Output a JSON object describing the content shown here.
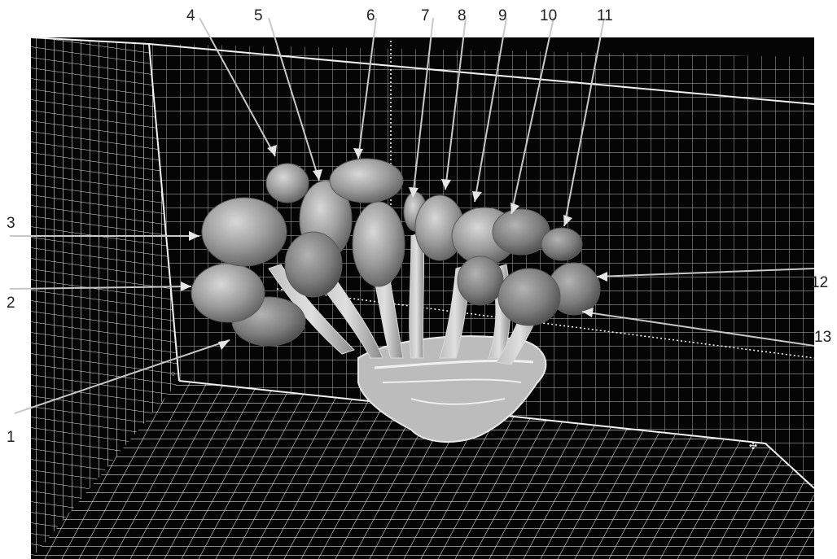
{
  "figure": {
    "background": "#ffffff",
    "viewport_color": "#050505",
    "grid_color": "#dcdcdc",
    "specimen_color": "#9a9a9a",
    "specimen_highlight": "#d6d6d6",
    "leader_color": "#bdbdbd"
  },
  "callouts": [
    {
      "id": "1",
      "label": "1"
    },
    {
      "id": "2",
      "label": "2"
    },
    {
      "id": "3",
      "label": "3"
    },
    {
      "id": "4",
      "label": "4"
    },
    {
      "id": "5",
      "label": "5"
    },
    {
      "id": "6",
      "label": "6"
    },
    {
      "id": "7",
      "label": "7"
    },
    {
      "id": "8",
      "label": "8"
    },
    {
      "id": "9",
      "label": "9"
    },
    {
      "id": "10",
      "label": "10"
    },
    {
      "id": "11",
      "label": "11"
    },
    {
      "id": "12",
      "label": "12"
    },
    {
      "id": "13",
      "label": "13"
    }
  ]
}
